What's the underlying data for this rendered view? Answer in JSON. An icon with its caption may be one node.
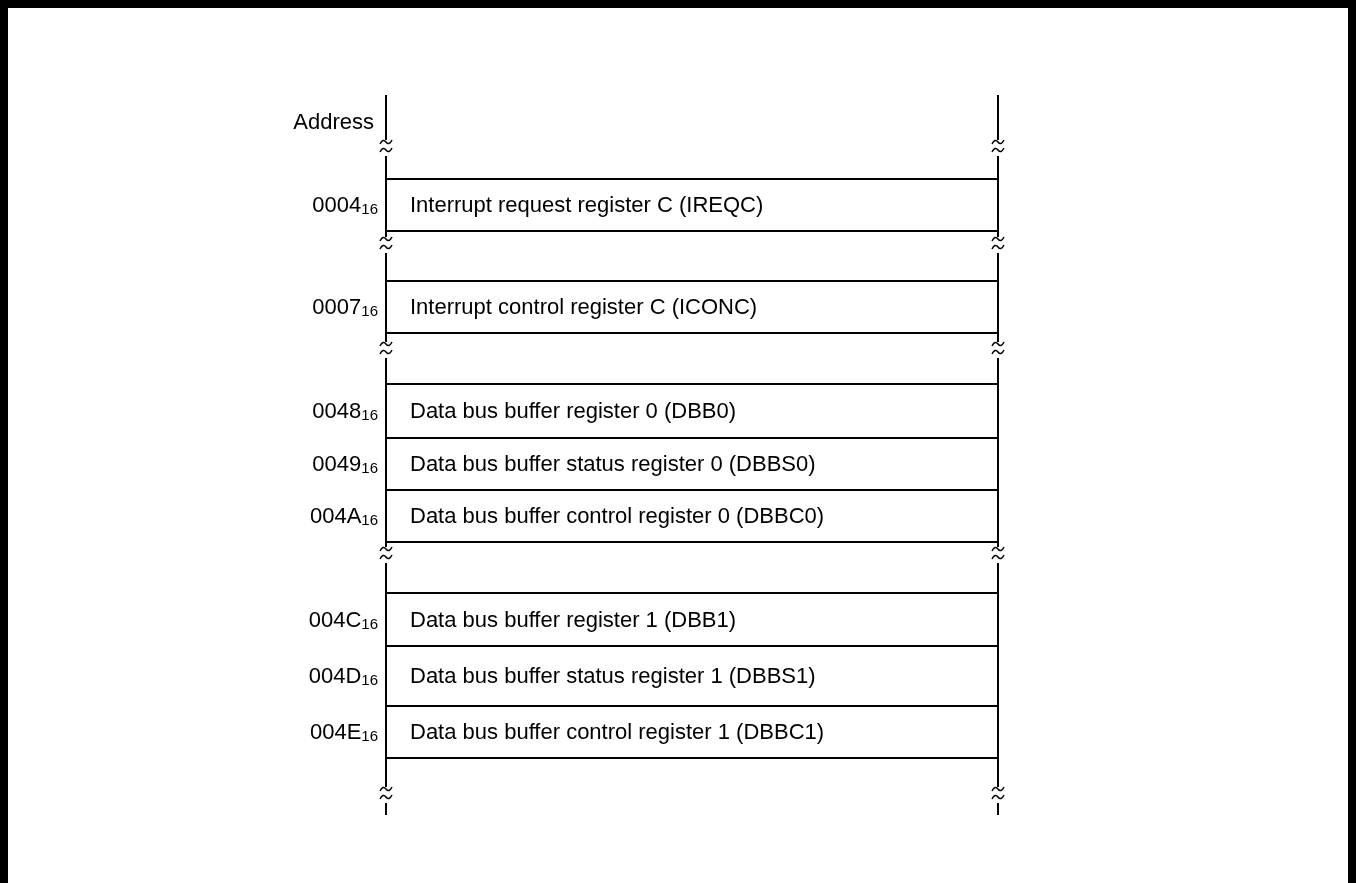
{
  "diagram": {
    "nodes": [
      {
        "text": [
          "Interrupt request register C (IREQC)"
        ],
        "beside": [
          "0004$_{16}$"
        ]
      },
      {
        "text": [
          "Interrupt control register C (ICONC)"
        ],
        "beside": [
          "0007$_{16}$"
        ]
      },
      {
        "text": [
          "Data bus buffer register 0 (DBB0)"
        ],
        "beside": [
          "0048$_{16}$"
        ]
      },
      {
        "text": [
          "Data bus buffer status register 0 (DBBS0)"
        ],
        "beside": [
          "0049$_{16}$"
        ]
      },
      {
        "text": [
          "Data bus buffer control register 0 (DBBC0)"
        ],
        "beside": [
          "004A$_{16}$"
        ]
      },
      {
        "text": [
          "Data bus buffer register 1 (DBB1)"
        ],
        "beside": [
          "004C$_{16}$"
        ]
      },
      {
        "text": [
          "Data bus buffer status register 1 (DBBS1)"
        ],
        "beside": [
          "004D$_{16}$"
        ]
      },
      {
        "text": [
          "Data bus buffer control register 1 (DBBC1)"
        ],
        "beside": [
          "004E$_{16}$"
        ]
      }
    ],
    "labels": [
      "Address"
    ]
  }
}
